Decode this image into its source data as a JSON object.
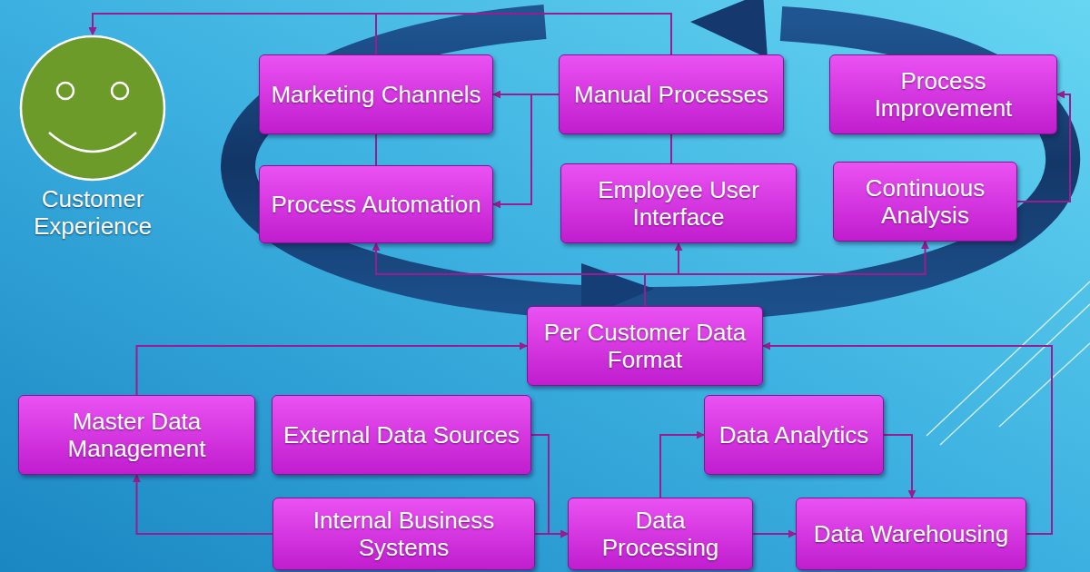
{
  "diagram": {
    "nodes": [
      {
        "text": [
          "Customer Experience"
        ]
      },
      {
        "text": [
          "Marketing Channels"
        ]
      },
      {
        "text": [
          "Manual Processes"
        ]
      },
      {
        "text": [
          "Process Improvement"
        ]
      },
      {
        "text": [
          "Process Automation"
        ]
      },
      {
        "text": [
          "Employee User Interface"
        ]
      },
      {
        "text": [
          "Continuous Analysis"
        ]
      },
      {
        "text": [
          "Per Customer Data Format"
        ]
      },
      {
        "text": [
          "Master Data Management"
        ]
      },
      {
        "text": [
          "External Data Sources"
        ]
      },
      {
        "text": [
          "Data Analytics"
        ]
      },
      {
        "text": [
          "Internal Business Systems"
        ]
      },
      {
        "text": [
          "Data Processing"
        ]
      },
      {
        "text": [
          "Data Warehousing"
        ]
      }
    ],
    "edges": [
      {
        "from": 1,
        "to": 0,
        "arrow": "to"
      },
      {
        "from": 2,
        "to": 0,
        "arrow": "to"
      },
      {
        "from": 2,
        "to": 1,
        "arrow": "to"
      },
      {
        "from": 2,
        "to": 4,
        "arrow": "to"
      },
      {
        "from": 1,
        "to": 4,
        "arrow": "none"
      },
      {
        "from": 2,
        "to": 5,
        "arrow": "none"
      },
      {
        "from": 6,
        "to": 3,
        "arrow": "to"
      },
      {
        "from": 7,
        "to": 4,
        "arrow": "to"
      },
      {
        "from": 7,
        "to": 5,
        "arrow": "to"
      },
      {
        "from": 7,
        "to": 6,
        "arrow": "to"
      },
      {
        "from": 8,
        "to": 7,
        "arrow": "to"
      },
      {
        "from": 11,
        "to": 8,
        "arrow": "to"
      },
      {
        "from": 9,
        "to": 12,
        "arrow": "to"
      },
      {
        "from": 11,
        "to": 12,
        "arrow": "to"
      },
      {
        "from": 12,
        "to": 10,
        "arrow": "to"
      },
      {
        "from": 12,
        "to": 13,
        "arrow": "to"
      },
      {
        "from": 10,
        "to": 13,
        "arrow": "to"
      },
      {
        "from": 13,
        "to": 7,
        "arrow": "to"
      }
    ]
  }
}
